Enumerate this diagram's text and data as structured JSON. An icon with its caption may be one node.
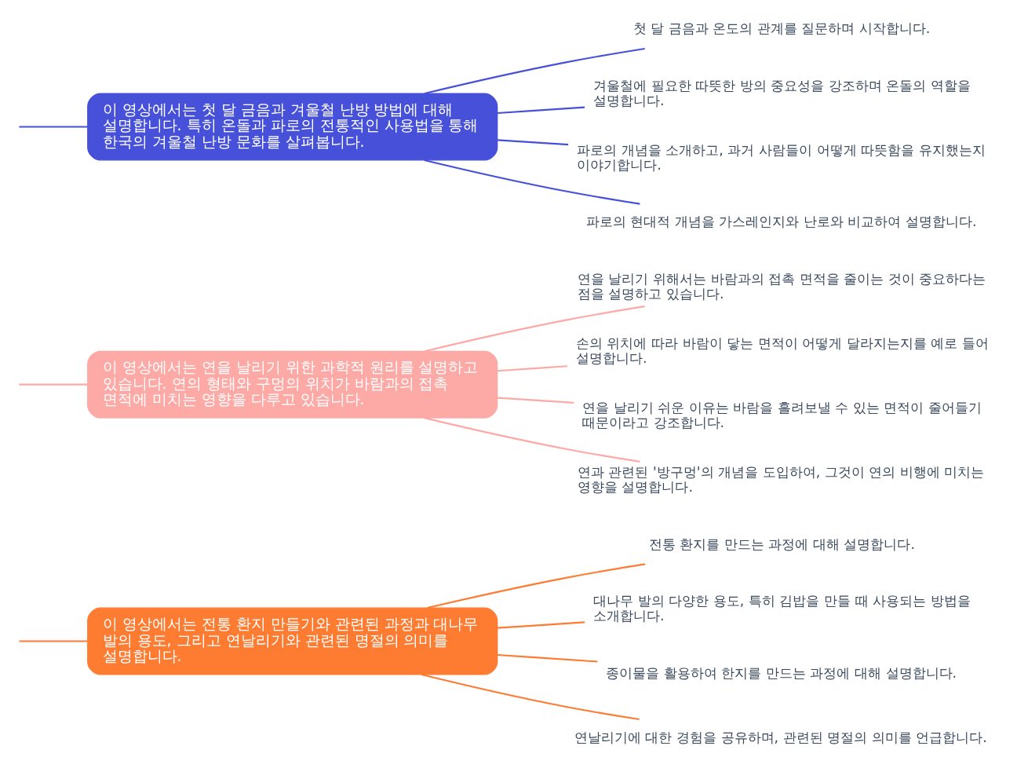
{
  "diagram": {
    "nodes": [
      {
        "text": [
          "이 영상에서는 전통 환지 만들기와 관련된 과정과 대나무 발의 용도, 그리고 연날리기와 관련된 명절의 의미를 설명합니다."
        ]
      },
      {
        "text": [
          "전통 환지를 만드는 과정에 대해 설명합니다."
        ]
      },
      {
        "text": [
          "대나무 발의 다양한 용도, 특히 김밥을 만들 때 사용되는 방법을 소개합니다."
        ]
      },
      {
        "text": [
          "종이물을 활용하여 한지를 만드는 과정에 대해 설명합니다."
        ]
      },
      {
        "text": [
          "연날리기에 대한 경험을 공유하며, 관련된 명절의 의미를 언급합니다."
        ]
      },
      {
        "text": [
          "이 영상에서는 연을 날리기 위한 과학적 원리를 설명하고 있습니다. 연의 형태와 구멍의 위치가 바람과의 접촉 면적에 미치는 영향을 다루고 있습니다."
        ]
      },
      {
        "text": [
          "연을 날리기 위해서는 바람과의 접촉 면적을 줄이는 것이 중요하다는 점을 설명하고 있습니다."
        ]
      },
      {
        "text": [
          "손의 위치에 따라 바람이 닿는 면적이 어떻게 달라지는지를 예로 들어 설명합니다."
        ]
      },
      {
        "text": [
          "연을 날리기 쉬운 이유는 바람을 흘려보낼 수 있는 면적이 줄어들기 때문이라고 강조합니다."
        ]
      },
      {
        "text": [
          "연과 관련된 '방구멍'의 개념을 도입하여, 그것이 연의 비행에 미치는 영향을 설명합니다."
        ]
      },
      {
        "text": [
          "이 영상에서는 첫 달 금음과 겨울철 난방 방법에 대해 설명합니다. 특히 온돌과 파로의 전통적인 사용법을 통해 한국의 겨울철 난방 문화를 살펴봅니다."
        ]
      },
      {
        "text": [
          "첫 달 금음과 온도의 관계를 질문하며 시작합니다."
        ]
      },
      {
        "text": [
          "겨울철에 필요한 따뜻한 방의 중요성을 강조하며 온돌의 역할을 설명합니다."
        ]
      },
      {
        "text": [
          "파로의 개념을 소개하고, 과거 사람들이 어떻게 따뜻함을 유지했는지 이야기합니다."
        ]
      },
      {
        "text": [
          "파로의 현대적 개념을 가스레인지와 난로와 비교하여 설명합니다."
        ]
      }
    ],
    "edges": [
      {
        "from": null,
        "to": 0,
        "arrow": "none",
        "color": "#fe7b32"
      },
      {
        "from": 0,
        "to": 1,
        "arrow": "none",
        "color": "#fe7b32"
      },
      {
        "from": 0,
        "to": 2,
        "arrow": "none",
        "color": "#fe7b32"
      },
      {
        "from": 0,
        "to": 3,
        "arrow": "none",
        "color": "#fe7b32"
      },
      {
        "from": 0,
        "to": 4,
        "arrow": "none",
        "color": "#fe7b32"
      },
      {
        "from": null,
        "to": 5,
        "arrow": "none",
        "color": "#fda9a6"
      },
      {
        "from": 5,
        "to": 6,
        "arrow": "none",
        "color": "#fda9a6"
      },
      {
        "from": 5,
        "to": 7,
        "arrow": "none",
        "color": "#fda9a6"
      },
      {
        "from": 5,
        "to": 8,
        "arrow": "none",
        "color": "#fda9a6"
      },
      {
        "from": 5,
        "to": 9,
        "arrow": "none",
        "color": "#fda9a6"
      },
      {
        "from": null,
        "to": 10,
        "arrow": "none",
        "color": "#4650d8"
      },
      {
        "from": 10,
        "to": 11,
        "arrow": "none",
        "color": "#4650d8"
      },
      {
        "from": 10,
        "to": 12,
        "arrow": "none",
        "color": "#4650d8"
      },
      {
        "from": 10,
        "to": 13,
        "arrow": "none",
        "color": "#4650d8"
      },
      {
        "from": 10,
        "to": 14,
        "arrow": "none",
        "color": "#4650d8"
      }
    ]
  }
}
